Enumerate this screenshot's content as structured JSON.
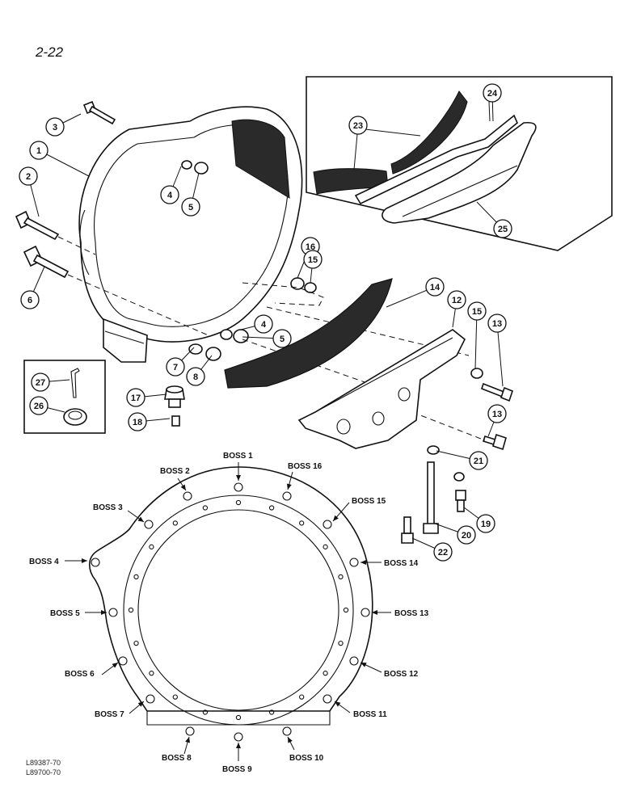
{
  "page": {
    "number": "2-22",
    "ref_codes": [
      "L89387-70",
      "L89700-70"
    ]
  },
  "colors": {
    "ink": "#111111",
    "paper": "#ffffff",
    "gasket_fill": "#2a2a2a"
  },
  "callouts": [
    "1",
    "2",
    "3",
    "4",
    "5",
    "6",
    "7",
    "8",
    "12",
    "13",
    "14",
    "15",
    "16",
    "17",
    "18",
    "19",
    "20",
    "21",
    "22",
    "23",
    "24",
    "25",
    "26",
    "27"
  ],
  "callout_bubbles": [
    {
      "num": "3"
    },
    {
      "num": "1"
    },
    {
      "num": "2"
    },
    {
      "num": "4"
    },
    {
      "num": "5"
    },
    {
      "num": "6"
    },
    {
      "num": "16"
    },
    {
      "num": "15"
    },
    {
      "num": "14"
    },
    {
      "num": "12"
    },
    {
      "num": "4"
    },
    {
      "num": "5"
    },
    {
      "num": "7"
    },
    {
      "num": "8"
    },
    {
      "num": "15"
    },
    {
      "num": "13"
    },
    {
      "num": "17"
    },
    {
      "num": "18"
    },
    {
      "num": "13"
    },
    {
      "num": "21"
    },
    {
      "num": "19"
    },
    {
      "num": "20"
    },
    {
      "num": "22"
    },
    {
      "num": "23"
    },
    {
      "num": "24"
    },
    {
      "num": "25"
    },
    {
      "num": "27"
    },
    {
      "num": "26"
    }
  ],
  "boss_labels": [
    "BOSS 1",
    "BOSS 2",
    "BOSS 3",
    "BOSS 4",
    "BOSS 5",
    "BOSS 6",
    "BOSS 7",
    "BOSS 8",
    "BOSS 9",
    "BOSS 10",
    "BOSS 11",
    "BOSS 12",
    "BOSS 13",
    "BOSS 14",
    "BOSS 15",
    "BOSS 16"
  ]
}
